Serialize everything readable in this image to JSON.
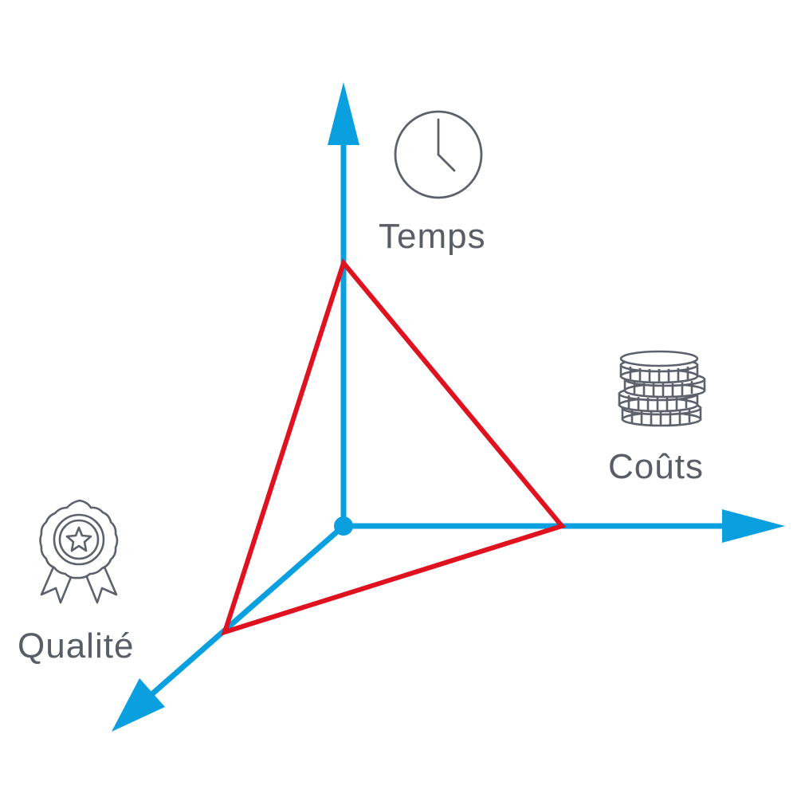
{
  "colors": {
    "axis": "#0aa0e0",
    "triangle": "#e11220",
    "icon": "#5c616b",
    "text": "#585d66"
  },
  "axes": [
    {
      "id": "temps",
      "label": "Temps",
      "icon": "clock-icon"
    },
    {
      "id": "couts",
      "label": "Coûts",
      "icon": "coins-icon"
    },
    {
      "id": "qualite",
      "label": "Qualité",
      "icon": "award-ribbon-icon"
    }
  ],
  "triangle": {
    "description": "red triangle connecting one point on each axis"
  }
}
